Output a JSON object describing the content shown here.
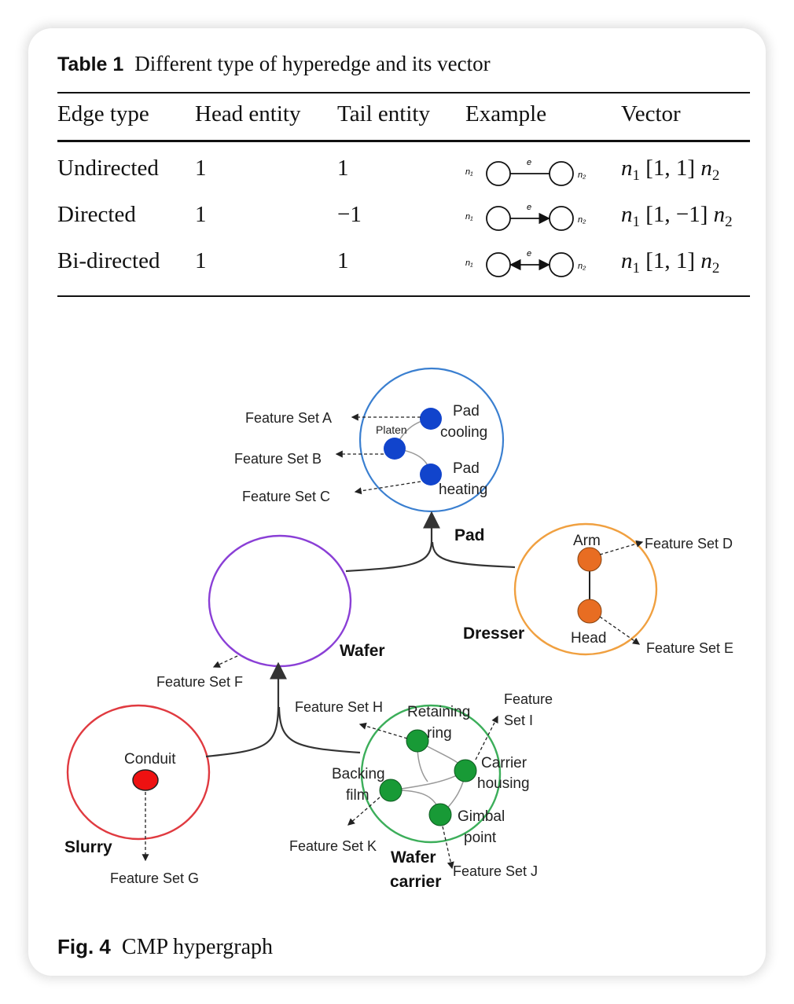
{
  "table": {
    "label": "Table 1",
    "title": "Different type of hyperedge and its vector",
    "headers": [
      "Edge type",
      "Head entity",
      "Tail entity",
      "Example",
      "Vector"
    ],
    "rows": [
      {
        "edge_type": "Undirected",
        "head": "1",
        "tail": "1",
        "example": "undirected",
        "vector": {
          "left": "n",
          "left_sub": "1",
          "bracket": "[1, 1]",
          "right": "n",
          "right_sub": "2"
        }
      },
      {
        "edge_type": "Directed",
        "head": "1",
        "tail": "−1",
        "example": "directed",
        "vector": {
          "left": "n",
          "left_sub": "1",
          "bracket": "[1, −1]",
          "right": "n",
          "right_sub": "2"
        }
      },
      {
        "edge_type": "Bi-directed",
        "head": "1",
        "tail": "1",
        "example": "bidirected",
        "vector": {
          "left": "n",
          "left_sub": "1",
          "bracket": "[1, 1]",
          "right": "n",
          "right_sub": "2"
        }
      }
    ],
    "example_labels": {
      "node1": "n₁",
      "edge": "e",
      "node2": "n₂"
    }
  },
  "figure": {
    "label": "Fig. 4",
    "caption": "CMP hypergraph",
    "hyperedges": {
      "pad": "Pad",
      "wafer": "Wafer",
      "dresser": "Dresser",
      "slurry": "Slurry",
      "wafer_carrier_line1": "Wafer",
      "wafer_carrier_line2": "carrier"
    },
    "nodes": {
      "platen": "Platen",
      "pad_cooling_1": "Pad",
      "pad_cooling_2": "cooling",
      "pad_heating_1": "Pad",
      "pad_heating_2": "heating",
      "arm": "Arm",
      "head": "Head",
      "conduit": "Conduit",
      "retaining_1": "Retaining",
      "retaining_2": "ring",
      "carrier_1": "Carrier",
      "carrier_2": "housing",
      "backing_1": "Backing",
      "backing_2": "film",
      "gimbal_1": "Gimbal",
      "gimbal_2": "point"
    },
    "feature_sets": {
      "a": "Feature Set A",
      "b": "Feature Set B",
      "c": "Feature Set C",
      "d": "Feature Set D",
      "e": "Feature Set E",
      "f": "Feature Set F",
      "g": "Feature Set G",
      "h": "Feature Set H",
      "i_1": "Feature",
      "i_2": "Set I",
      "j": "Feature Set J",
      "k": "Feature Set K"
    },
    "colors": {
      "pad": "#3a7fd0",
      "pad_node": "#1144cc",
      "wafer": "#8a3fd6",
      "dresser": "#f0a040",
      "dresser_node": "#e86d22",
      "slurry": "#e03a40",
      "slurry_node": "#ee1111",
      "carrier": "#3cae5a",
      "carrier_node": "#189a36"
    }
  }
}
